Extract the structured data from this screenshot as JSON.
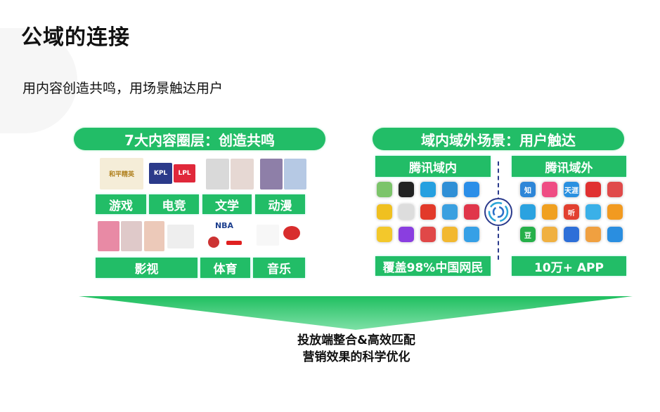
{
  "title": "公域的连接",
  "subtitle": "用内容创造共鸣，用场景触达用户",
  "accent": "#22bd67",
  "left": {
    "header": "7大内容圈层：创造共鸣",
    "row1": [
      "游戏",
      "电竞",
      "文学",
      "动漫"
    ],
    "row2": [
      "影视",
      "体育",
      "音乐"
    ],
    "logos": [
      "和平精英",
      "KPL",
      "LPL",
      "NBA"
    ]
  },
  "right": {
    "header": "域内域外场景：用户触达",
    "inner": {
      "label": "腾讯域内",
      "footer": "覆盖98%中国网民",
      "icons": [
        "wechat-icon",
        "qq-icon",
        "tencent-video-icon",
        "tencent-news-icon",
        "qq-browser-icon",
        "qq-music-icon",
        "app-icon",
        "app-icon",
        "app-icon",
        "app-icon",
        "qzone-icon",
        "weishi-icon",
        "app-icon",
        "app-icon",
        "app-icon"
      ]
    },
    "outer": {
      "label": "腾讯域外",
      "footer": "10万+ APP",
      "icons": [
        "zhihu-icon",
        "app-icon",
        "tianya-icon",
        "app-icon",
        "calendar-icon",
        "app-icon",
        "game-icon",
        "ting-icon",
        "app-icon",
        "app-icon",
        "douban-icon",
        "app-icon",
        "app-icon",
        "app-icon",
        "app-icon"
      ],
      "glyphs": [
        "知",
        "",
        "天涯",
        "",
        "",
        "",
        "",
        "听",
        "",
        "",
        "豆",
        "",
        "",
        "",
        ""
      ]
    }
  },
  "bottom": {
    "line1": "投放端整合&高效匹配",
    "line2": "营销效果的科学优化"
  }
}
